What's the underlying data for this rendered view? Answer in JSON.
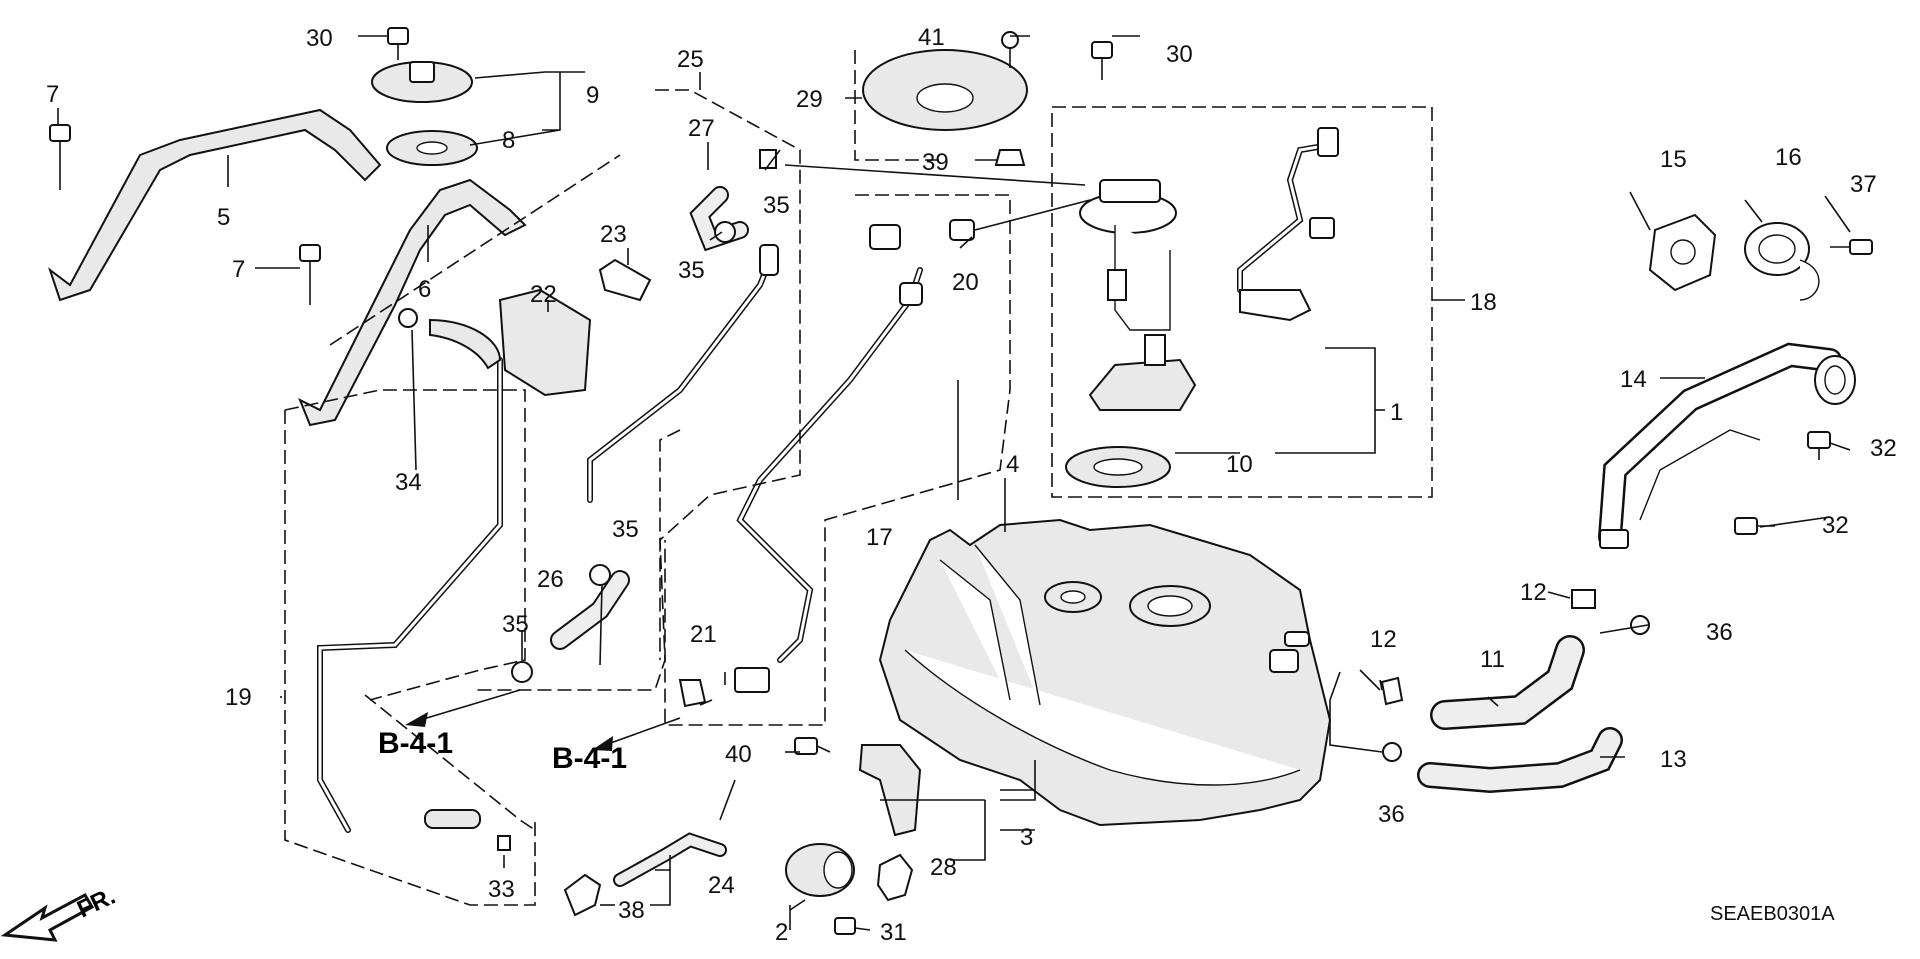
{
  "callouts": {
    "p1": "1",
    "p2": "2",
    "p3": "3",
    "p4": "4",
    "p5": "5",
    "p6": "6",
    "p7a": "7",
    "p7b": "7",
    "p8": "8",
    "p9": "9",
    "p10": "10",
    "p11": "11",
    "p12a": "12",
    "p12b": "12",
    "p13": "13",
    "p14": "14",
    "p15": "15",
    "p16": "16",
    "p17": "17",
    "p18": "18",
    "p19": "19",
    "p20": "20",
    "p21": "21",
    "p22": "22",
    "p23": "23",
    "p24": "24",
    "p25": "25",
    "p26": "26",
    "p27": "27",
    "p28": "28",
    "p29": "29",
    "p30a": "30",
    "p30b": "30",
    "p31": "31",
    "p32a": "32",
    "p32b": "32",
    "p33": "33",
    "p34": "34",
    "p35a": "35",
    "p35b": "35",
    "p35c": "35",
    "p35d": "35",
    "p36a": "36",
    "p36b": "36",
    "p37": "37",
    "p38": "38",
    "p39": "39",
    "p40": "40",
    "p41": "41"
  },
  "section_refs": {
    "ref_a": "B-4-1",
    "ref_b": "B-4-1"
  },
  "direction_label": "FR.",
  "diagram_code": "SEAEB0301A"
}
